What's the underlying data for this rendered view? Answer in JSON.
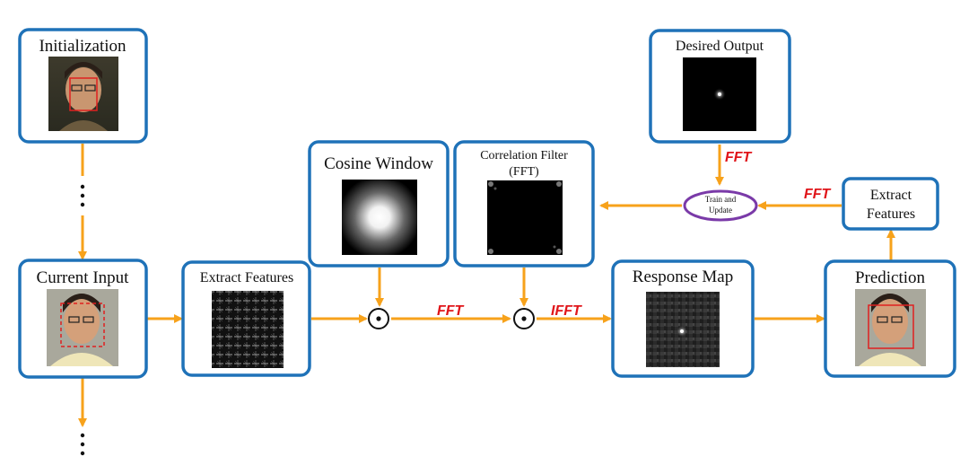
{
  "nodes": {
    "initialization": {
      "label": "Initialization"
    },
    "current_input": {
      "label": "Current Input"
    },
    "extract_features_main": {
      "label": "Extract Features"
    },
    "cosine_window": {
      "label": "Cosine Window"
    },
    "correlation_filter": {
      "label_line1": "Correlation Filter",
      "label_line2": "(FFT)"
    },
    "desired_output": {
      "label": "Desired Output"
    },
    "train_update": {
      "label_line1": "Train and",
      "label_line2": "Update"
    },
    "extract_features_side": {
      "label_line1": "Extract",
      "label_line2": "Features"
    },
    "response_map": {
      "label": "Response Map"
    },
    "prediction": {
      "label": "Prediction"
    }
  },
  "edge_labels": {
    "fft_desired": "FFT",
    "fft_side": "FFT",
    "fft_main": "FFT",
    "ifft_main": "IFFT"
  },
  "operators": {
    "elementwise_symbol": "⊙"
  },
  "colors": {
    "box_stroke": "#1f72b8",
    "arrow": "#f7a21b",
    "fft_text": "#e0151a",
    "ellipse_stroke": "#7a3aa8"
  }
}
